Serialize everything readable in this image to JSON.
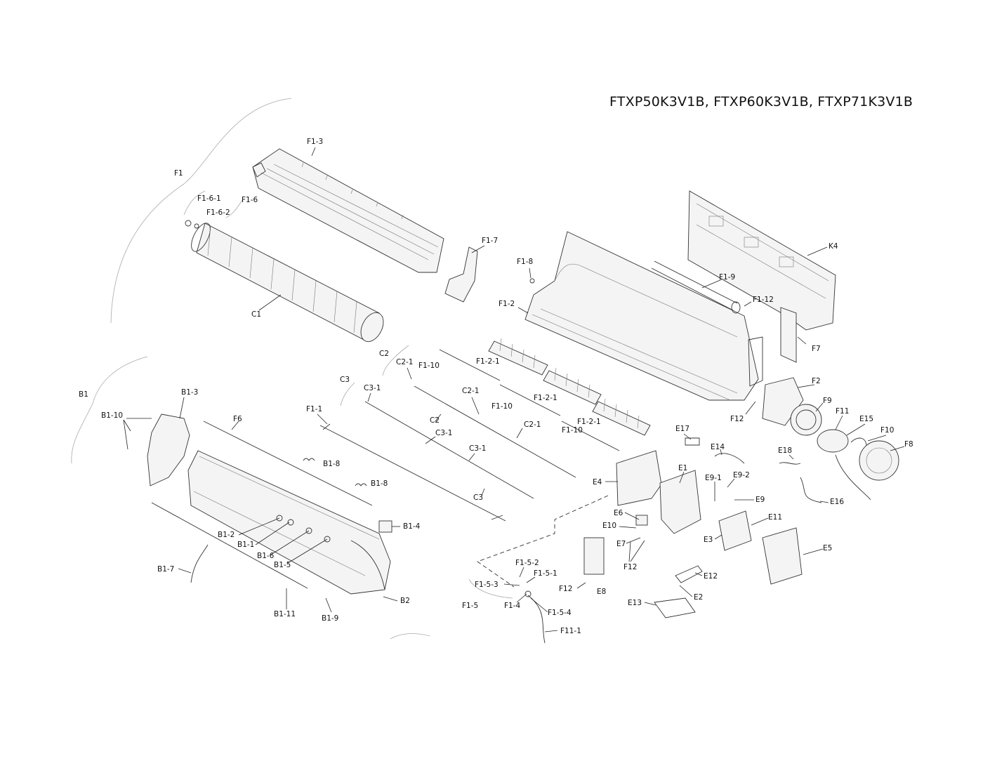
{
  "title": "FTXP50K3V1B, FTXP60K3V1B, FTXP71K3V1B",
  "labels": {
    "F1": "F1",
    "F1_3": "F1-3",
    "F1_6_1": "F1-6-1",
    "F1_6_2": "F1-6-2",
    "F1_6": "F1-6",
    "F1_7": "F1-7",
    "F1_8": "F1-8",
    "C1": "C1",
    "K4": "K4",
    "F1_9": "F1-9",
    "F1_12": "F1-12",
    "F1_2": "F1-2",
    "F7": "F7",
    "C2": "C2",
    "C2_1a": "C2-1",
    "F1_10a": "F1-10",
    "F1_2_1a": "F1-2-1",
    "C3": "C3",
    "C3_1a": "C3-1",
    "C2_1b": "C2-1",
    "F1_10b": "F1-10",
    "F1_2_1b": "F1-2-1",
    "F2": "F2",
    "F9": "F9",
    "F11": "F11",
    "F12a": "F12",
    "E15": "E15",
    "F10": "F10",
    "F8": "F8",
    "B1": "B1",
    "B1_3": "B1-3",
    "B1_10": "B1-10",
    "F6": "F6",
    "F1_1": "F1-1",
    "C2b": "C2",
    "C3_1b": "C3-1",
    "C2_1c": "C2-1",
    "F1_2_1c": "F1-2-1",
    "F1_10c": "F1-10",
    "E17": "E17",
    "E14": "E14",
    "E18": "E18",
    "C3_1c": "C3-1",
    "B1_8a": "B1-8",
    "B1_8b": "B1-8",
    "E1": "E1",
    "E4": "E4",
    "E9_1": "E9-1",
    "E9_2": "E9-2",
    "E9": "E9",
    "E16": "E16",
    "C3b": "C3",
    "E6": "E6",
    "E10": "E10",
    "B1_4": "B1-4",
    "B1_2": "B1-2",
    "B1_1": "B1-1",
    "B1_6": "B1-6",
    "B1_5": "B1-5",
    "E11": "E11",
    "E3": "E3",
    "E5": "E5",
    "E7": "E7",
    "F12b": "F12",
    "B1_7": "B1-7",
    "F1_5_2": "F1-5-2",
    "F1_5_1": "F1-5-1",
    "F1_5_3": "F1-5-3",
    "F12c": "F12",
    "E8": "E8",
    "E12": "E12",
    "E2": "E2",
    "B2": "B2",
    "F1_5": "F1-5",
    "F1_4": "F1-4",
    "F1_5_4": "F1-5-4",
    "E13": "E13",
    "B1_11": "B1-11",
    "B1_9": "B1-9",
    "F11_1": "F11-1"
  }
}
